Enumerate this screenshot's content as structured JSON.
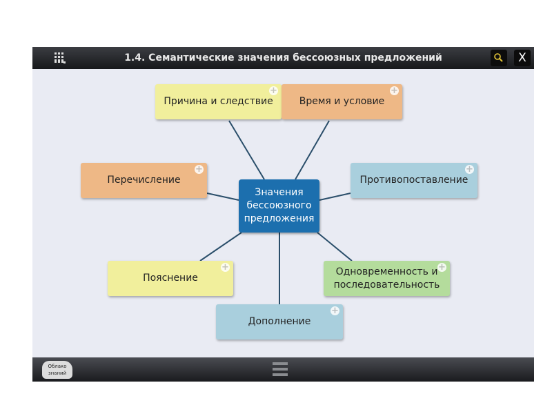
{
  "header": {
    "title": "1.4. Семантические значения бессоюзных предложений",
    "menu_icon": "grid-menu-icon",
    "search_icon": "search-icon",
    "close_label": "X"
  },
  "footer": {
    "logo_text": "Облако знаний",
    "menu_icon": "hamburger-icon"
  },
  "diagram": {
    "center": "Значения бессоюзного предложения",
    "nodes": [
      {
        "label": "Причина и следствие",
        "color": "#f1ef9c"
      },
      {
        "label": "Время и условие",
        "color": "#eeb886"
      },
      {
        "label": "Перечисление",
        "color": "#eeb886"
      },
      {
        "label": "Противопоставление",
        "color": "#a9cfdd"
      },
      {
        "label": "Пояснение",
        "color": "#f1ef9c"
      },
      {
        "label": "Одновременность и последовательность",
        "color": "#b4dc9c"
      },
      {
        "label": "Дополнение",
        "color": "#a9cfdd"
      }
    ],
    "expand_symbol": "+",
    "line_color": "#2a4e6a",
    "center_color": "#1c6fae"
  }
}
